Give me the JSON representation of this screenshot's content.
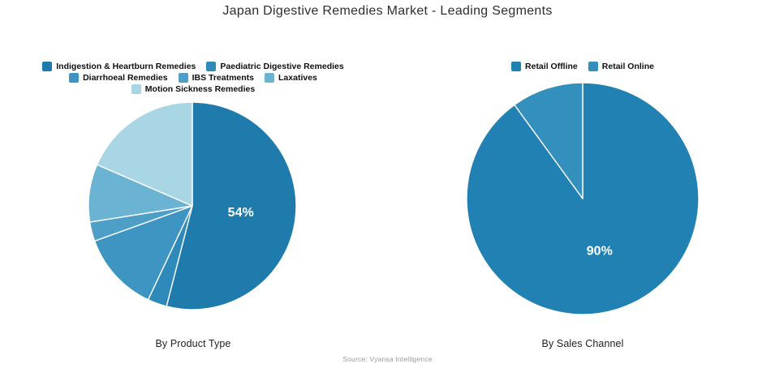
{
  "title": "Japan Digestive Remedies Market - Leading Segments",
  "source_note": "Source: Vyansa Intelligence",
  "chart_data": [
    {
      "type": "pie",
      "id": "product-type",
      "caption": "By Product Type",
      "start_angle_deg": 0,
      "direction": "clockwise",
      "legend_position": "top",
      "legend_rows": [
        [
          0,
          1
        ],
        [
          2,
          3,
          4
        ],
        [
          5
        ]
      ],
      "slices": [
        {
          "label": "Indigestion & Heartburn Remedies",
          "value": 54,
          "color": "#1e7bac",
          "data_label": "54%"
        },
        {
          "label": "Paediatric Digestive Remedies",
          "value": 3,
          "color": "#2e8ab8",
          "data_label": ""
        },
        {
          "label": "Diarrhoeal Remedies",
          "value": 12.5,
          "color": "#3e95c2",
          "data_label": ""
        },
        {
          "label": "IBS Treatments",
          "value": 3,
          "color": "#4d9fc8",
          "data_label": ""
        },
        {
          "label": "Laxatives",
          "value": 9,
          "color": "#6ab3d2",
          "data_label": ""
        },
        {
          "label": "Motion Sickness Remedies",
          "value": 18.5,
          "color": "#a9d6e5",
          "data_label": ""
        }
      ],
      "note": "Only the 54% slice carries a printed data label; remaining values estimated from slice angles."
    },
    {
      "type": "pie",
      "id": "sales-channel",
      "caption": "By Sales Channel",
      "start_angle_deg": 0,
      "direction": "clockwise",
      "legend_position": "top",
      "legend_rows": [
        [
          0,
          1
        ]
      ],
      "slices": [
        {
          "label": "Retail Offline",
          "value": 90,
          "color": "#2181b3",
          "data_label": "90%"
        },
        {
          "label": "Retail Online",
          "value": 10,
          "color": "#3390bc",
          "data_label": ""
        }
      ],
      "note": "Only the 90% slice carries a printed data label."
    }
  ]
}
